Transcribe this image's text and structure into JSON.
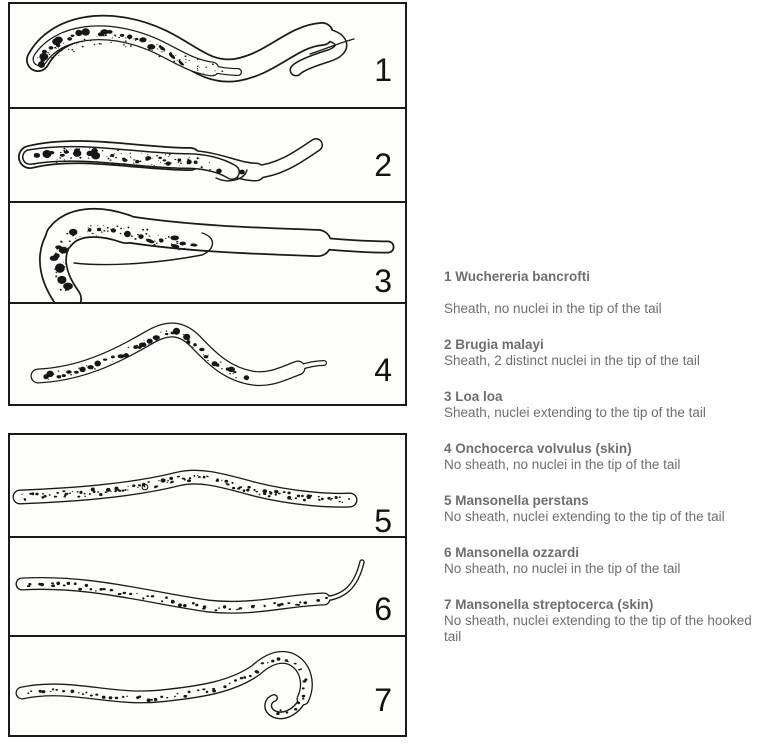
{
  "colors": {
    "ink": "#1a1a1a",
    "legend_text": "#6e6e6e",
    "background": "#ffffff"
  },
  "panels": [
    {
      "label": "1"
    },
    {
      "label": "2"
    },
    {
      "label": "3"
    },
    {
      "label": "4"
    },
    {
      "label": "5"
    },
    {
      "label": "6"
    },
    {
      "label": "7"
    }
  ],
  "legend_entries": [
    {
      "title": "1 Wuchereria bancrofti",
      "description": "Sheath, no nuclei in the tip of the tail"
    },
    {
      "title": "2 Brugia malayi",
      "description": "Sheath, 2 distinct nuclei in the tip of the tail"
    },
    {
      "title": "3 Loa loa",
      "description": "Sheath, nuclei extending to the tip of the tail"
    },
    {
      "title": "4 Onchocerca volvulus (skin)",
      "description": "No sheath, no nuclei in the tip of the tail"
    },
    {
      "title": "5 Mansonella perstans",
      "description": "No sheath, nuclei extending to the tip of the tail"
    },
    {
      "title": "6 Mansonella ozzardi",
      "description": "No sheath, no nuclei in the tip of the tail"
    },
    {
      "title": "7 Mansonella streptocerca (skin)",
      "description": "No sheath, nuclei extending to the tip of the hooked tail"
    }
  ]
}
